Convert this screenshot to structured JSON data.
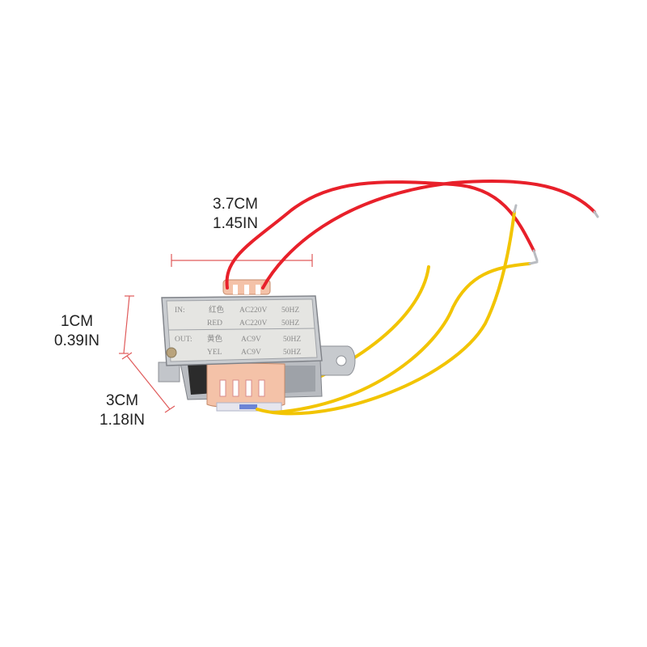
{
  "dimensions": {
    "width": {
      "cm": "3.7CM",
      "in": "1.45IN"
    },
    "height": {
      "cm": "1CM",
      "in": "0.39IN"
    },
    "depth": {
      "cm": "3CM",
      "in": "1.18IN"
    }
  },
  "label": {
    "row1": [
      "IN:",
      "红色",
      "AC220V",
      "50HZ"
    ],
    "row2": [
      "RED",
      "AC220V",
      "50HZ"
    ],
    "row3": [
      "OUT:",
      "黄色",
      "AC9V",
      "50HZ"
    ],
    "row4": [
      "YEL",
      "AC9V",
      "50HZ"
    ]
  },
  "colors": {
    "dimension_line": "#e05a5a",
    "red_wire": "#e8202a",
    "yellow_wire": "#f2c400",
    "steel": "#c9ccd0",
    "coil_bobbin": "#f4c2a8"
  }
}
